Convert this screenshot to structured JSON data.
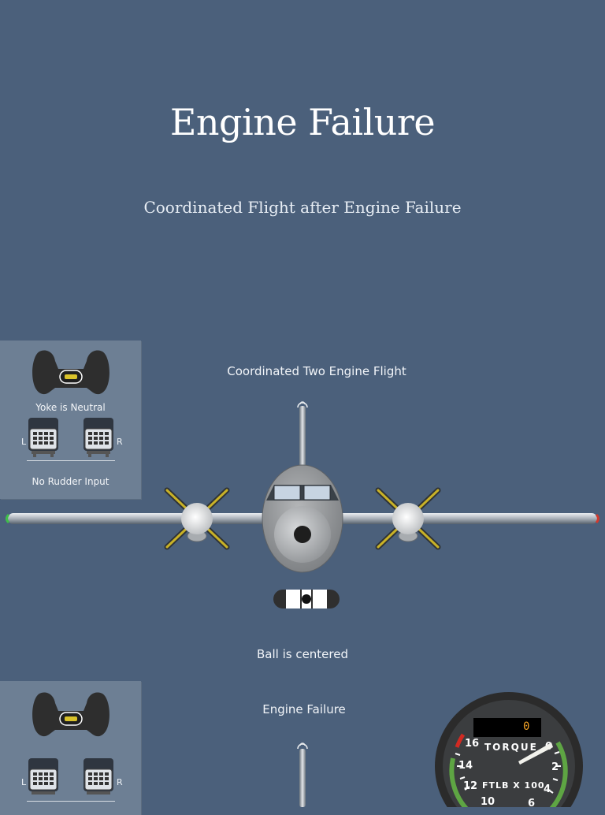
{
  "header": {
    "title": "Engine Failure",
    "subtitle": "Coordinated Flight after Engine Failure"
  },
  "section1": {
    "caption": "Coordinated Two Engine Flight",
    "ball_caption": "Ball is centered",
    "controls_panel": {
      "yoke_status": "Yoke is Neutral",
      "rudder_status": "No Rudder Input",
      "left_label": "L",
      "right_label": "R"
    }
  },
  "section2": {
    "caption": "Engine Failure",
    "controls_panel": {
      "left_label": "L",
      "right_label": "R"
    },
    "torque_gauge": {
      "digital_readout": "0",
      "label": "TORQUE",
      "units": "FTLB X 100",
      "scale_numbers": [
        "16",
        "0",
        "14",
        "2",
        "12",
        "4",
        "10",
        "6"
      ]
    }
  },
  "colors": {
    "background": "#4b607b",
    "panel": "#6d7f94",
    "nav_light_left": "#3fbf4a",
    "nav_light_right": "#d23a2e",
    "propeller_blade": "#c9b227",
    "gauge_green_arc": "#5ea543",
    "gauge_redline": "#d12a22"
  }
}
